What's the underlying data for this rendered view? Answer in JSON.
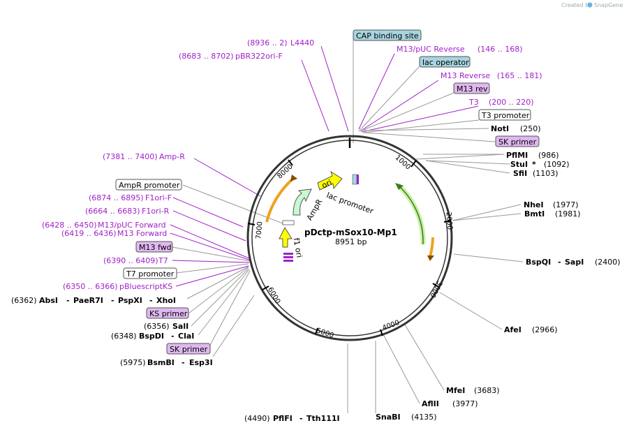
{
  "credit": {
    "prefix": "Created by",
    "brand": "SnapGene"
  },
  "plasmid": {
    "name": "pDctp-mSox10-Mp1",
    "size": "8951 bp"
  },
  "ticks": [
    "1000",
    "2000",
    "3000",
    "4000",
    "5000",
    "6000",
    "7000",
    "8000"
  ],
  "inner_features": {
    "ori": "ori",
    "lac_promoter": "lac promoter",
    "ampr": "AmpR",
    "f1_ori": "f1 ori"
  },
  "labels": {
    "l4440": {
      "range": "(8936 .. 2)",
      "name": "L4440"
    },
    "pbr322": {
      "range": "(8683 .. 8702)",
      "name": "pBR322ori-F"
    },
    "cap": "CAP binding site",
    "m13puc_rev": {
      "name": "M13/pUC Reverse",
      "range": "(146 .. 168)"
    },
    "lac_operator": "lac operator",
    "m13_reverse": {
      "name": "M13 Reverse",
      "range": "(165 .. 181)"
    },
    "m13_rev": "M13 rev",
    "t3": {
      "name": "T3",
      "range": "(200 .. 220)"
    },
    "t3_promoter": "T3 promoter",
    "noti": {
      "name": "NotI",
      "pos": "(250)"
    },
    "sk_primer_top": "SK primer",
    "pflmi": {
      "name": "PflMI",
      "pos": "(986)"
    },
    "stui": {
      "name": "StuI",
      "star": "*",
      "pos": "(1092)"
    },
    "sfii": {
      "name": "SfiI",
      "pos": "(1103)"
    },
    "nhei": {
      "name": "NheI",
      "pos": "(1977)"
    },
    "bmti": {
      "name": "BmtI",
      "pos": "(1981)"
    },
    "bspqi": {
      "name": "BspQI",
      "sep": "-",
      "name2": "SapI",
      "pos": "(2400)"
    },
    "afei": {
      "name": "AfeI",
      "pos": "(2966)"
    },
    "mfei": {
      "name": "MfeI",
      "pos": "(3683)"
    },
    "aflii": {
      "name": "AflII",
      "pos": "(3977)"
    },
    "snabi": {
      "name": "SnaBI",
      "pos": "(4135)"
    },
    "pflfi": {
      "pos": "(4490)",
      "name": "PflFI",
      "sep": "-",
      "name2": "Tth111I"
    },
    "bsmbi": {
      "pos": "(5975)",
      "name": "BsmBI",
      "sep": "-",
      "name2": "Esp3I"
    },
    "sk_primer_bottom": "SK primer",
    "bspdi": {
      "pos": "(6348)",
      "name": "BspDI",
      "sep": "-",
      "name2": "ClaI"
    },
    "sali": {
      "pos": "(6356)",
      "name": "SalI"
    },
    "ks_primer": "KS primer",
    "absi": {
      "pos": "(6362)",
      "name": "AbsI",
      "sep1": "-",
      "name2": "PaeR7I",
      "sep2": "-",
      "name3": "PspXI",
      "sep3": "-",
      "name4": "XhoI"
    },
    "pbluescriptks": {
      "range": "(6350 .. 6366)",
      "name": "pBluescriptKS"
    },
    "t7_promoter": "T7 promoter",
    "t7": {
      "range": "(6390 .. 6409)",
      "name": "T7"
    },
    "m13_fwd": "M13 fwd",
    "m13_forward": {
      "range": "(6419 .. 6436)",
      "name": "M13 Forward"
    },
    "m13puc_fwd": {
      "range": "(6428 .. 6450)",
      "name": "M13/pUC Forward"
    },
    "f1ori_r": {
      "range": "(6664 .. 6683)",
      "name": "F1ori-R"
    },
    "f1ori_f": {
      "range": "(6874 .. 6895)",
      "name": "F1ori-F"
    },
    "ampr_promoter": "AmpR promoter",
    "amp_r": {
      "range": "(7381 .. 7400)",
      "name": "Amp-R"
    }
  },
  "colors": {
    "primer": "#a020c8",
    "cap_box": "#a8d4e0",
    "primer_box": "#e0b8f0",
    "ori_yellow": "#ffff00",
    "ampr_green": "#c8f0c8",
    "insert_orange": "#f0a020"
  }
}
